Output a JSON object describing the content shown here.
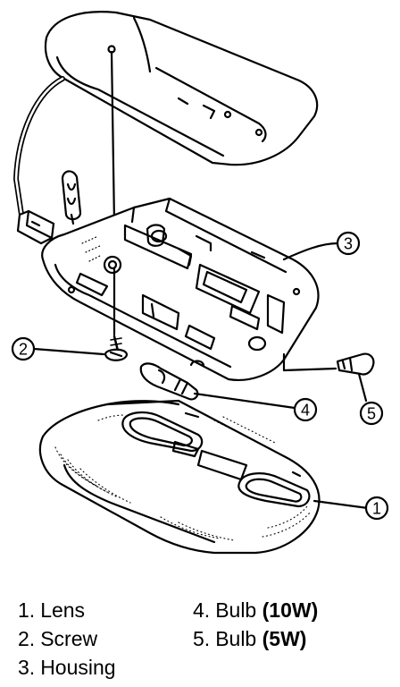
{
  "callouts": {
    "c1": "1",
    "c2": "2",
    "c3": "3",
    "c4": "4",
    "c5": "5"
  },
  "legend": {
    "i1": {
      "num": "1.",
      "text": "Lens"
    },
    "i2": {
      "num": "2.",
      "text": "Screw"
    },
    "i3": {
      "num": "3.",
      "text": "Housing"
    },
    "i4": {
      "num": "4.",
      "text": "Bulb",
      "spec": "(10W)"
    },
    "i5": {
      "num": "5.",
      "text": "Bulb",
      "spec": "(5W)"
    }
  }
}
